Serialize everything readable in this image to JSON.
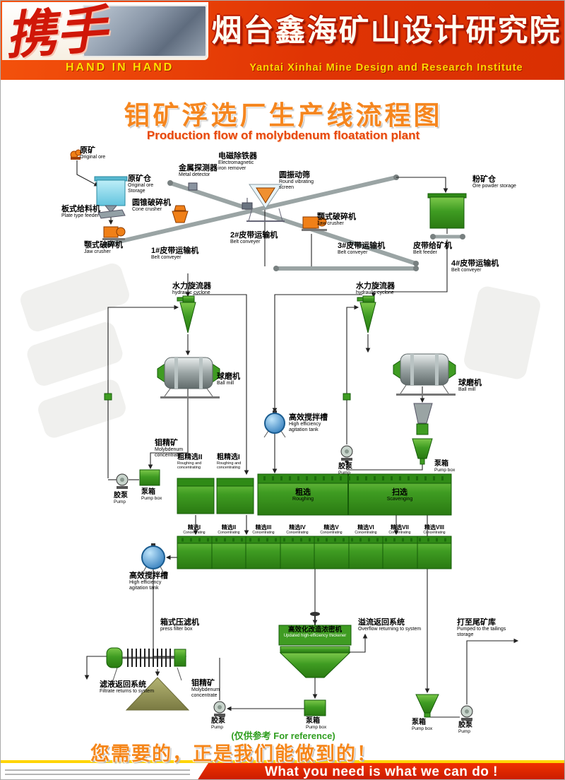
{
  "header": {
    "brand_cn": "携手",
    "brand_en": "HAND IN HAND",
    "org_cn": "烟台鑫海矿山设计研究院",
    "org_en": "Yantai Xinhai Mine Design and Research Institute"
  },
  "title": {
    "cn": "钼矿浮选厂生产线流程图",
    "en": "Production flow of molybdenum floatation plant"
  },
  "equip": {
    "original_ore": {
      "cn": "原矿",
      "en": "Original ore"
    },
    "ore_storage": {
      "cn": "原矿仓",
      "en": "Original ore Storage"
    },
    "plate_feeder": {
      "cn": "板式给料机",
      "en": "Plate type feeder"
    },
    "cone_crusher": {
      "cn": "圆锥破碎机",
      "en": "Cone crusher"
    },
    "jaw_crusher": {
      "cn": "颚式破碎机",
      "en": "Jaw crusher"
    },
    "metal_detector": {
      "cn": "金属探测器",
      "en": "Metal detector"
    },
    "iron_remover": {
      "cn": "电磁除铁器",
      "en": "Electromagnetic iron remover"
    },
    "vibrating_screen": {
      "cn": "圆振动筛",
      "en": "Round vibrating screen"
    },
    "powder_storage": {
      "cn": "粉矿仓",
      "en": "Ore powder storage"
    },
    "belt1": {
      "cn": "1#皮带运输机",
      "en": "Belt conveyer"
    },
    "belt2": {
      "cn": "2#皮带运输机",
      "en": "Belt conveyer"
    },
    "belt3": {
      "cn": "3#皮带运输机",
      "en": "Belt conveyer"
    },
    "belt4": {
      "cn": "4#皮带运输机",
      "en": "Belt conveyer"
    },
    "belt_feeder": {
      "cn": "皮带给矿机",
      "en": "Belt feeder"
    },
    "hydraulic_cyclone": {
      "cn": "水力旋流器",
      "en": "hydraulic cyclone"
    },
    "ball_mill": {
      "cn": "球磨机",
      "en": "Ball mill"
    },
    "agitation_tank": {
      "cn": "高效搅拌槽",
      "en": "High efficiency agitation tank"
    },
    "mo_concentrate": {
      "cn": "钼精矿",
      "en": "Molybdenum concentrate"
    },
    "pump": {
      "cn": "胶泵",
      "en": "Pump"
    },
    "pump_box": {
      "cn": "泵箱",
      "en": "Pump box"
    },
    "rough_conc_2": {
      "cn": "粗精选II",
      "en": "Roughing and concentrating"
    },
    "rough_conc_1": {
      "cn": "粗精选I",
      "en": "Roughing and concentrating"
    },
    "roughing": {
      "cn": "粗选",
      "en": "Roughing"
    },
    "scavenging": {
      "cn": "扫选",
      "en": "Scavenging"
    },
    "concentrating_cells": [
      {
        "cn": "精选I",
        "en": "Concentrating"
      },
      {
        "cn": "精选II",
        "en": "Concentrating"
      },
      {
        "cn": "精选III",
        "en": "Concentrating"
      },
      {
        "cn": "精选IV",
        "en": "Concentrating"
      },
      {
        "cn": "精选V",
        "en": "Concentrating"
      },
      {
        "cn": "精选VI",
        "en": "Concentrating"
      },
      {
        "cn": "精选VII",
        "en": "Concentrating"
      },
      {
        "cn": "精选VIII",
        "en": "Concentrating"
      }
    ],
    "press_filter": {
      "cn": "箱式压滤机",
      "en": "press filter box"
    },
    "filtrate_return": {
      "cn": "滤液返回系统",
      "en": "Filtrate returns to system"
    },
    "thickener": {
      "cn": "高效化改造浓密机",
      "en": "Updated high-efficiency thickener"
    },
    "overflow_return": {
      "cn": "溢流返回系统",
      "en": "Overflow returning to system"
    },
    "tailings": {
      "cn": "打至尾矿库",
      "en": "Pumped to the tailings storage"
    }
  },
  "footer": {
    "note": "(仅供参考 For reference)",
    "slogan_cn": "您需要的，正是我们能做到的！",
    "slogan_en": "What you need is what we can do !"
  },
  "colors": {
    "accent_orange": "#f08018",
    "machine_green": "#3f9c22",
    "bar_red": "#d42a00",
    "accent_yellow": "#ffd400",
    "bin_cyan": "#7fd0e8",
    "tank_blue": "#2b7fc0"
  }
}
